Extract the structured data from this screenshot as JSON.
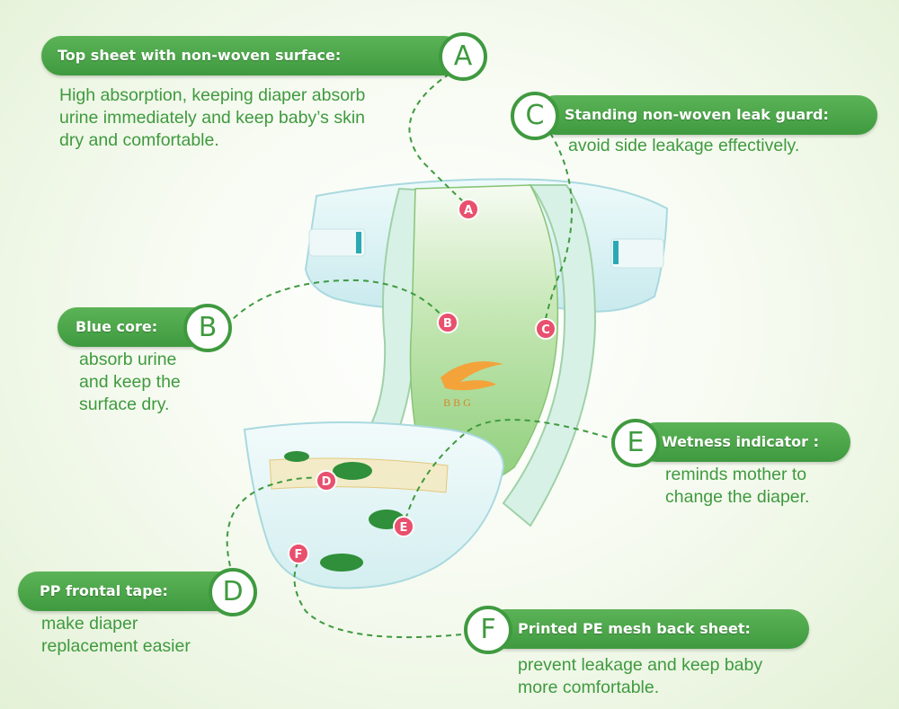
{
  "callouts": {
    "a": {
      "letter": "A",
      "title": "Top sheet with non-woven surface:",
      "lines": [
        "High absorption, keeping diaper absorb",
        "urine immediately and keep baby’s skin",
        "dry and comfortable."
      ]
    },
    "b": {
      "letter": "B",
      "title": "Blue core:",
      "lines": [
        "absorb urine",
        "and keep the",
        "surface dry."
      ]
    },
    "c": {
      "letter": "C",
      "title": "Standing non-woven leak guard:",
      "lines": [
        "avoid side leakage effectively."
      ]
    },
    "d": {
      "letter": "D",
      "title": "PP frontal tape:",
      "lines": [
        "make diaper",
        "replacement easier"
      ]
    },
    "e": {
      "letter": "E",
      "title": "Wetness indicator :",
      "lines": [
        "reminds mother to",
        "change the diaper."
      ]
    },
    "f": {
      "letter": "F",
      "title": "Printed PE mesh back sheet:",
      "lines": [
        "prevent leakage and keep baby",
        "more comfortable."
      ]
    }
  },
  "markers": [
    "A",
    "B",
    "C",
    "D",
    "E",
    "F"
  ],
  "logo_text": "BBG",
  "colors": {
    "label_green": "#3f9a3f",
    "marker_pink": "#e8506e",
    "diaper_green": "#9fd48a",
    "diaper_blue": "#dff3f5"
  }
}
